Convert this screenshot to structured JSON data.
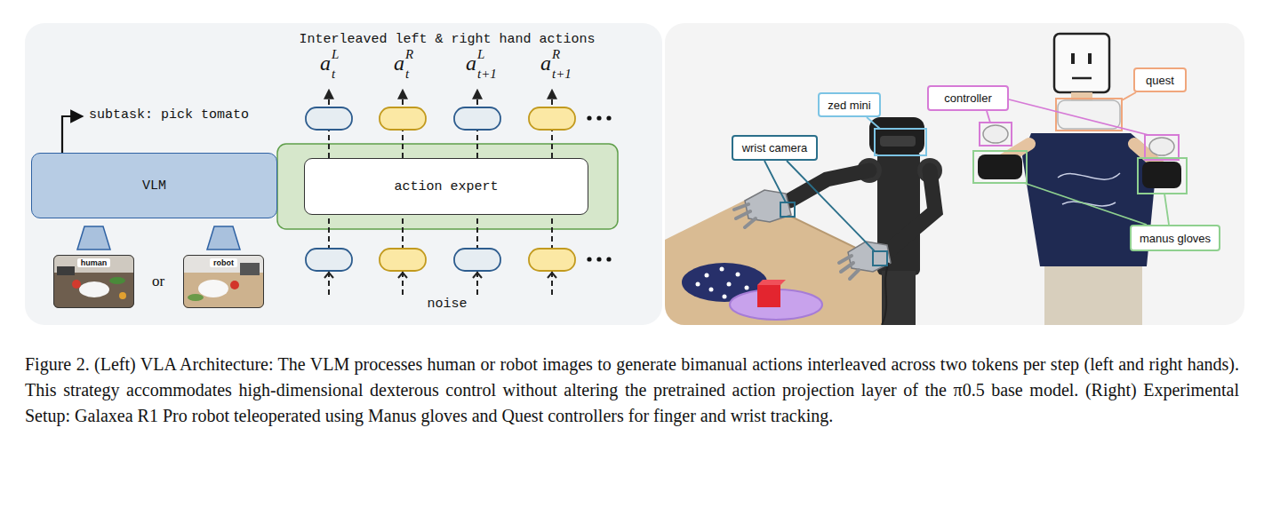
{
  "diagram": {
    "caption": "Figure 2. (Left) VLA Architecture: The VLM processes human or robot images to generate bimanual actions interleaved across two tokens per step (left and right hands). This strategy accommodates high-dimensional dexterous control without altering the pretrained action projection layer of the π0.5 base model. (Right) Experimental Setup: Galaxea R1 Pro robot teleoperated using Manus gloves and Quest controllers for finger and wrist tracking.",
    "nodes": [
      {
        "text": [
          "VLM"
        ]
      },
      {
        "text": [
          "action expert"
        ]
      },
      {
        "text": [
          "human"
        ]
      },
      {
        "text": [
          "robot"
        ]
      },
      {
        "text": [
          "wrist camera"
        ]
      },
      {
        "text": [
          "zed mini"
        ]
      },
      {
        "text": [
          "controller"
        ]
      },
      {
        "text": [
          "quest"
        ]
      },
      {
        "text": [
          "manus gloves"
        ]
      }
    ],
    "labels": [
      "Interleaved left & right hand actions",
      "a",
      "L",
      "t",
      "a",
      "R",
      "t",
      "a",
      "L",
      "t+1",
      "a",
      "R",
      "t+1",
      "subtask: pick tomato",
      "or",
      "noise"
    ]
  }
}
